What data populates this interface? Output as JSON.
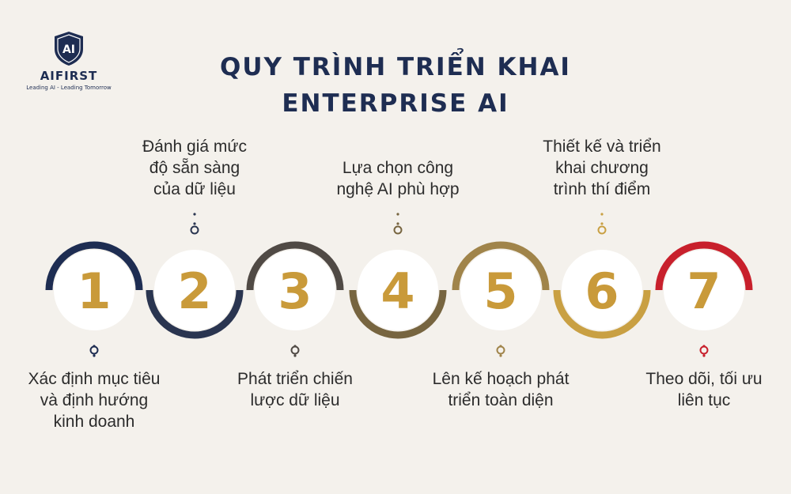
{
  "brand": {
    "name": "AIFIRST",
    "tagline": "Leading AI - Leading Tomorrow",
    "logo_mark": "AI"
  },
  "title": {
    "line1": "QUY TRÌNH TRIỂN KHAI",
    "line2": "ENTERPRISE AI"
  },
  "colors": {
    "navy": "#1e2d52",
    "gold": "#c9a043",
    "number": "#c99a3a",
    "background": "#f4f1ec"
  },
  "steps": [
    {
      "number": "1",
      "label": [
        "Xác định mục tiêu",
        "và định hướng",
        "kinh doanh"
      ],
      "position": "below",
      "color": "#1e2d52"
    },
    {
      "number": "2",
      "label": [
        "Đánh giá mức",
        "độ sẵn sàng",
        "của dữ liệu"
      ],
      "position": "above",
      "color": "#2a3550"
    },
    {
      "number": "3",
      "label": [
        "Phát triển chiến",
        "lược dữ liệu"
      ],
      "position": "below",
      "color": "#504a45"
    },
    {
      "number": "4",
      "label": [
        "Lựa chọn công",
        "nghệ AI phù hợp"
      ],
      "position": "above",
      "color": "#776540"
    },
    {
      "number": "5",
      "label": [
        "Lên kế hoạch phát",
        "triển toàn diện"
      ],
      "position": "below",
      "color": "#a0844a"
    },
    {
      "number": "6",
      "label": [
        "Thiết kế và triển",
        "khai chương",
        "trình thí điểm"
      ],
      "position": "above",
      "color": "#c9a043"
    },
    {
      "number": "7",
      "label": [
        "Theo dõi, tối ưu",
        "liên tục"
      ],
      "position": "below",
      "color": "#c8202c"
    }
  ]
}
